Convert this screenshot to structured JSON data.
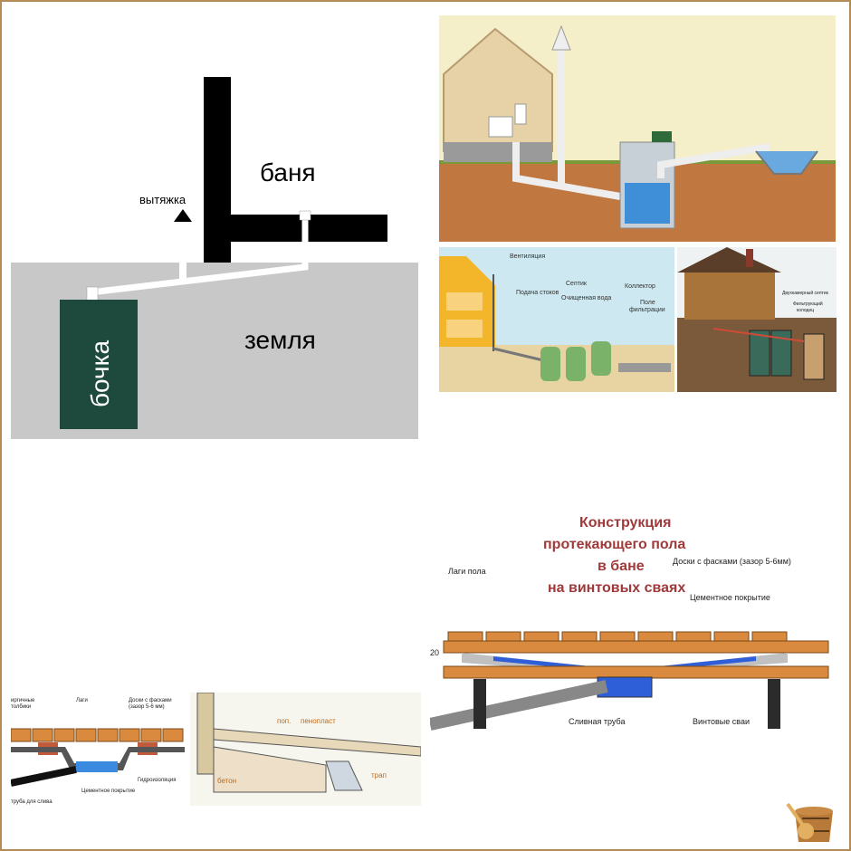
{
  "bath_sketch": {
    "label_bath": "баня",
    "label_earth": "земля",
    "label_vent": "вытяжка",
    "label_barrel": "бочка",
    "colors": {
      "earth": "#c8c8c8",
      "wall": "#000000",
      "barrel": "#1e4a3e",
      "pipe": "#ffffff"
    }
  },
  "septic_house": {
    "colors": {
      "sky": "#f4efc8",
      "soil": "#c07840",
      "house": "#e6d2a6",
      "tank": "#c6d0d6",
      "water": "#3f8fd8"
    }
  },
  "septic_labels": {
    "ventilation": "Вентиляция",
    "feed": "Подача стоков",
    "septic": "Септик",
    "clean_water": "Очищенная вода",
    "collector": "Коллектор",
    "field_line1": "Поле",
    "field_line2": "фильтрации"
  },
  "sauna_septic": {
    "label_double": "Двухкамерный септик",
    "label_filter_1": "Фильтрующий",
    "label_filter_2": "колодец"
  },
  "floor_left": {
    "label_brick_1": "иргичные",
    "label_brick_2": "толбики",
    "label_joists": "Лаги",
    "label_boards_1": "Доски с фасками",
    "label_boards_2": "(зазор 5-6 мм)",
    "label_waterproof": "Гидроизоляция",
    "label_pipe": "труба для слива",
    "label_cement": "Цементное покрытие"
  },
  "floor_mid": {
    "label_pp": "поп.",
    "label_foam": "пенопласт",
    "label_concrete": "бетон",
    "label_drain": "трап"
  },
  "floor_main": {
    "title": [
      "Конструкция",
      "протекающего пола",
      "в бане",
      "на винтовых сваях"
    ],
    "label_joists": "Лаги пола",
    "label_boards": "Доски с фасками (зазор 5-6мм)",
    "label_cement": "Цементное покрытие",
    "label_drain_pipe": "Сливная труба",
    "label_piles": "Винтовые сваи",
    "label_20": "20",
    "colors": {
      "wood": "#d98a3e",
      "water": "#2e5ed8",
      "pile": "#2b2b2b",
      "title": "#a03a3a"
    }
  }
}
